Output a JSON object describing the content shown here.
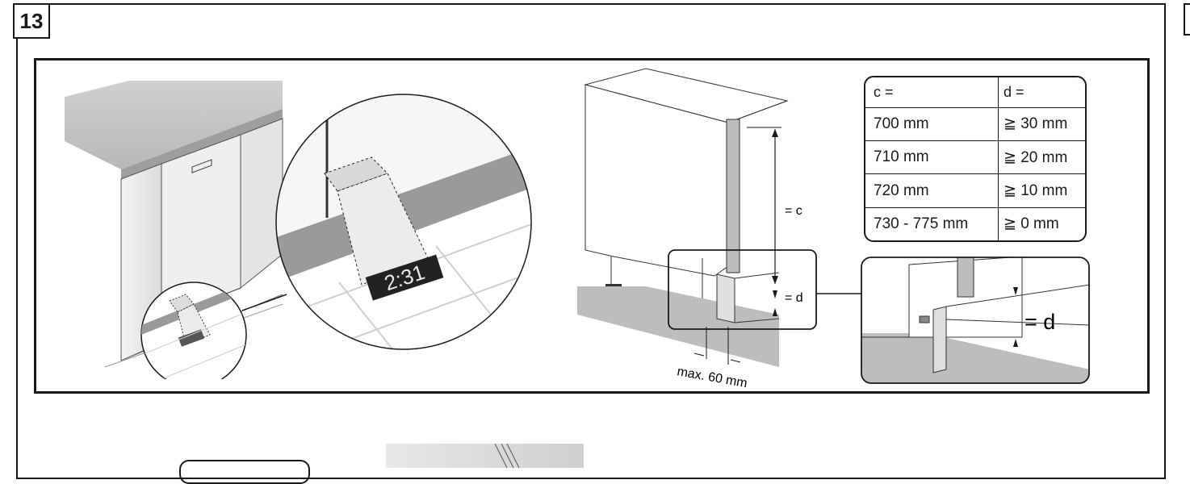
{
  "step": {
    "number": "13"
  },
  "diagram": {
    "label_c": "= c",
    "label_d": "= d",
    "label_d_zoom": "= d",
    "label_max": "max. 60 mm",
    "display_digits": "2:31"
  },
  "table": {
    "header_c": "c =",
    "header_d": "d =",
    "rows": [
      {
        "c": "700 mm",
        "d": "≧ 30 mm"
      },
      {
        "c": "710 mm",
        "d": "≧ 20 mm"
      },
      {
        "c": "720 mm",
        "d": "≧ 10 mm"
      },
      {
        "c": "730 - 775 mm",
        "d": "≧ 0 mm"
      }
    ]
  },
  "colors": {
    "line": "#1a1a1a",
    "floor": "#bdbdbd",
    "cabinet": "#e6e6e6"
  }
}
